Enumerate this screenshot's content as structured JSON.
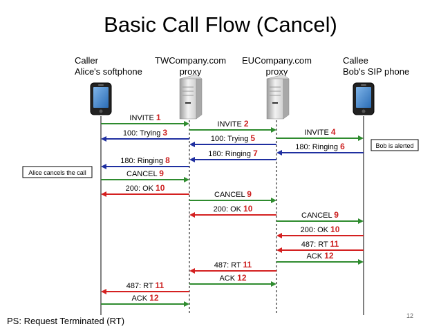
{
  "title": "Basic Call Flow (Cancel)",
  "entities": [
    {
      "id": "alice",
      "lines": [
        "Caller",
        "Alice's softphone"
      ],
      "kind": "phone"
    },
    {
      "id": "tw",
      "lines": [
        "TWCompany.com",
        "proxy"
      ],
      "kind": "server"
    },
    {
      "id": "eu",
      "lines": [
        "EUCompany.com",
        "proxy"
      ],
      "kind": "server"
    },
    {
      "id": "bob",
      "lines": [
        "Callee",
        "Bob's SIP phone"
      ],
      "kind": "phone"
    }
  ],
  "notes": {
    "alice_cancels": "Alice cancels the call",
    "bob_alerted": "Bob is alerted"
  },
  "colors": {
    "green": "#2e8b2e",
    "blue": "#1f2fa0",
    "red": "#d42020",
    "number": "#cc1f1f"
  },
  "messages": [
    {
      "from": "alice",
      "to": "tw",
      "label": "INVITE",
      "num": "1",
      "color": "green"
    },
    {
      "from": "tw",
      "to": "alice",
      "label": "100: Trying",
      "num": "3",
      "color": "blue"
    },
    {
      "from": "tw",
      "to": "eu",
      "label": "INVITE",
      "num": "2",
      "color": "green"
    },
    {
      "from": "eu",
      "to": "tw",
      "label": "100: Trying",
      "num": "5",
      "color": "blue"
    },
    {
      "from": "eu",
      "to": "bob",
      "label": "INVITE",
      "num": "4",
      "color": "green"
    },
    {
      "from": "bob",
      "to": "eu",
      "label": "180: Ringing",
      "num": "6",
      "color": "blue"
    },
    {
      "from": "eu",
      "to": "tw",
      "label": "180: Ringing",
      "num": "7",
      "color": "blue"
    },
    {
      "from": "tw",
      "to": "alice",
      "label": "180: Ringing",
      "num": "8",
      "color": "blue"
    },
    {
      "from": "alice",
      "to": "tw",
      "label": "CANCEL",
      "num": "9",
      "color": "green"
    },
    {
      "from": "tw",
      "to": "alice",
      "label": "200: OK",
      "num": "10",
      "color": "red"
    },
    {
      "from": "tw",
      "to": "eu",
      "label": "CANCEL",
      "num": "9",
      "color": "green"
    },
    {
      "from": "eu",
      "to": "tw",
      "label": "200: OK",
      "num": "10",
      "color": "red"
    },
    {
      "from": "eu",
      "to": "bob",
      "label": "CANCEL",
      "num": "9",
      "color": "green"
    },
    {
      "from": "bob",
      "to": "eu",
      "label": "200: OK",
      "num": "10",
      "color": "red"
    },
    {
      "from": "bob",
      "to": "eu",
      "label": "487: RT",
      "num": "11",
      "color": "red"
    },
    {
      "from": "eu",
      "to": "bob",
      "label": "ACK",
      "num": "12",
      "color": "green"
    },
    {
      "from": "eu",
      "to": "tw",
      "label": "487: RT",
      "num": "11",
      "color": "red"
    },
    {
      "from": "tw",
      "to": "eu",
      "label": "ACK",
      "num": "12",
      "color": "green"
    },
    {
      "from": "tw",
      "to": "alice",
      "label": "487: RT",
      "num": "11",
      "color": "red"
    },
    {
      "from": "alice",
      "to": "tw",
      "label": "ACK",
      "num": "12",
      "color": "green"
    }
  ],
  "footnote": "PS: Request Terminated (RT)",
  "page_number": "12"
}
